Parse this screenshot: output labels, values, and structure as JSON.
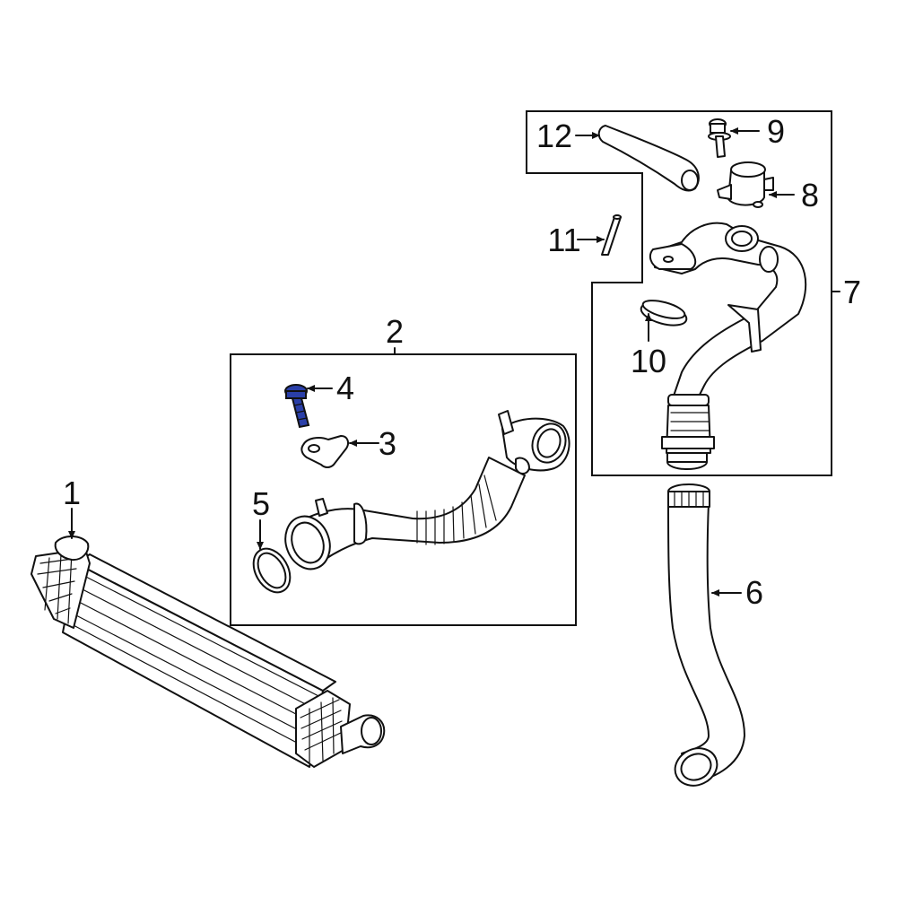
{
  "highlight_color": "#2a3fa8",
  "callouts": {
    "c1": "1",
    "c2": "2",
    "c3": "3",
    "c4": "4",
    "c5": "5",
    "c6": "6",
    "c7": "7",
    "c8": "8",
    "c9": "9",
    "c10": "10",
    "c11": "11",
    "c12": "12"
  }
}
